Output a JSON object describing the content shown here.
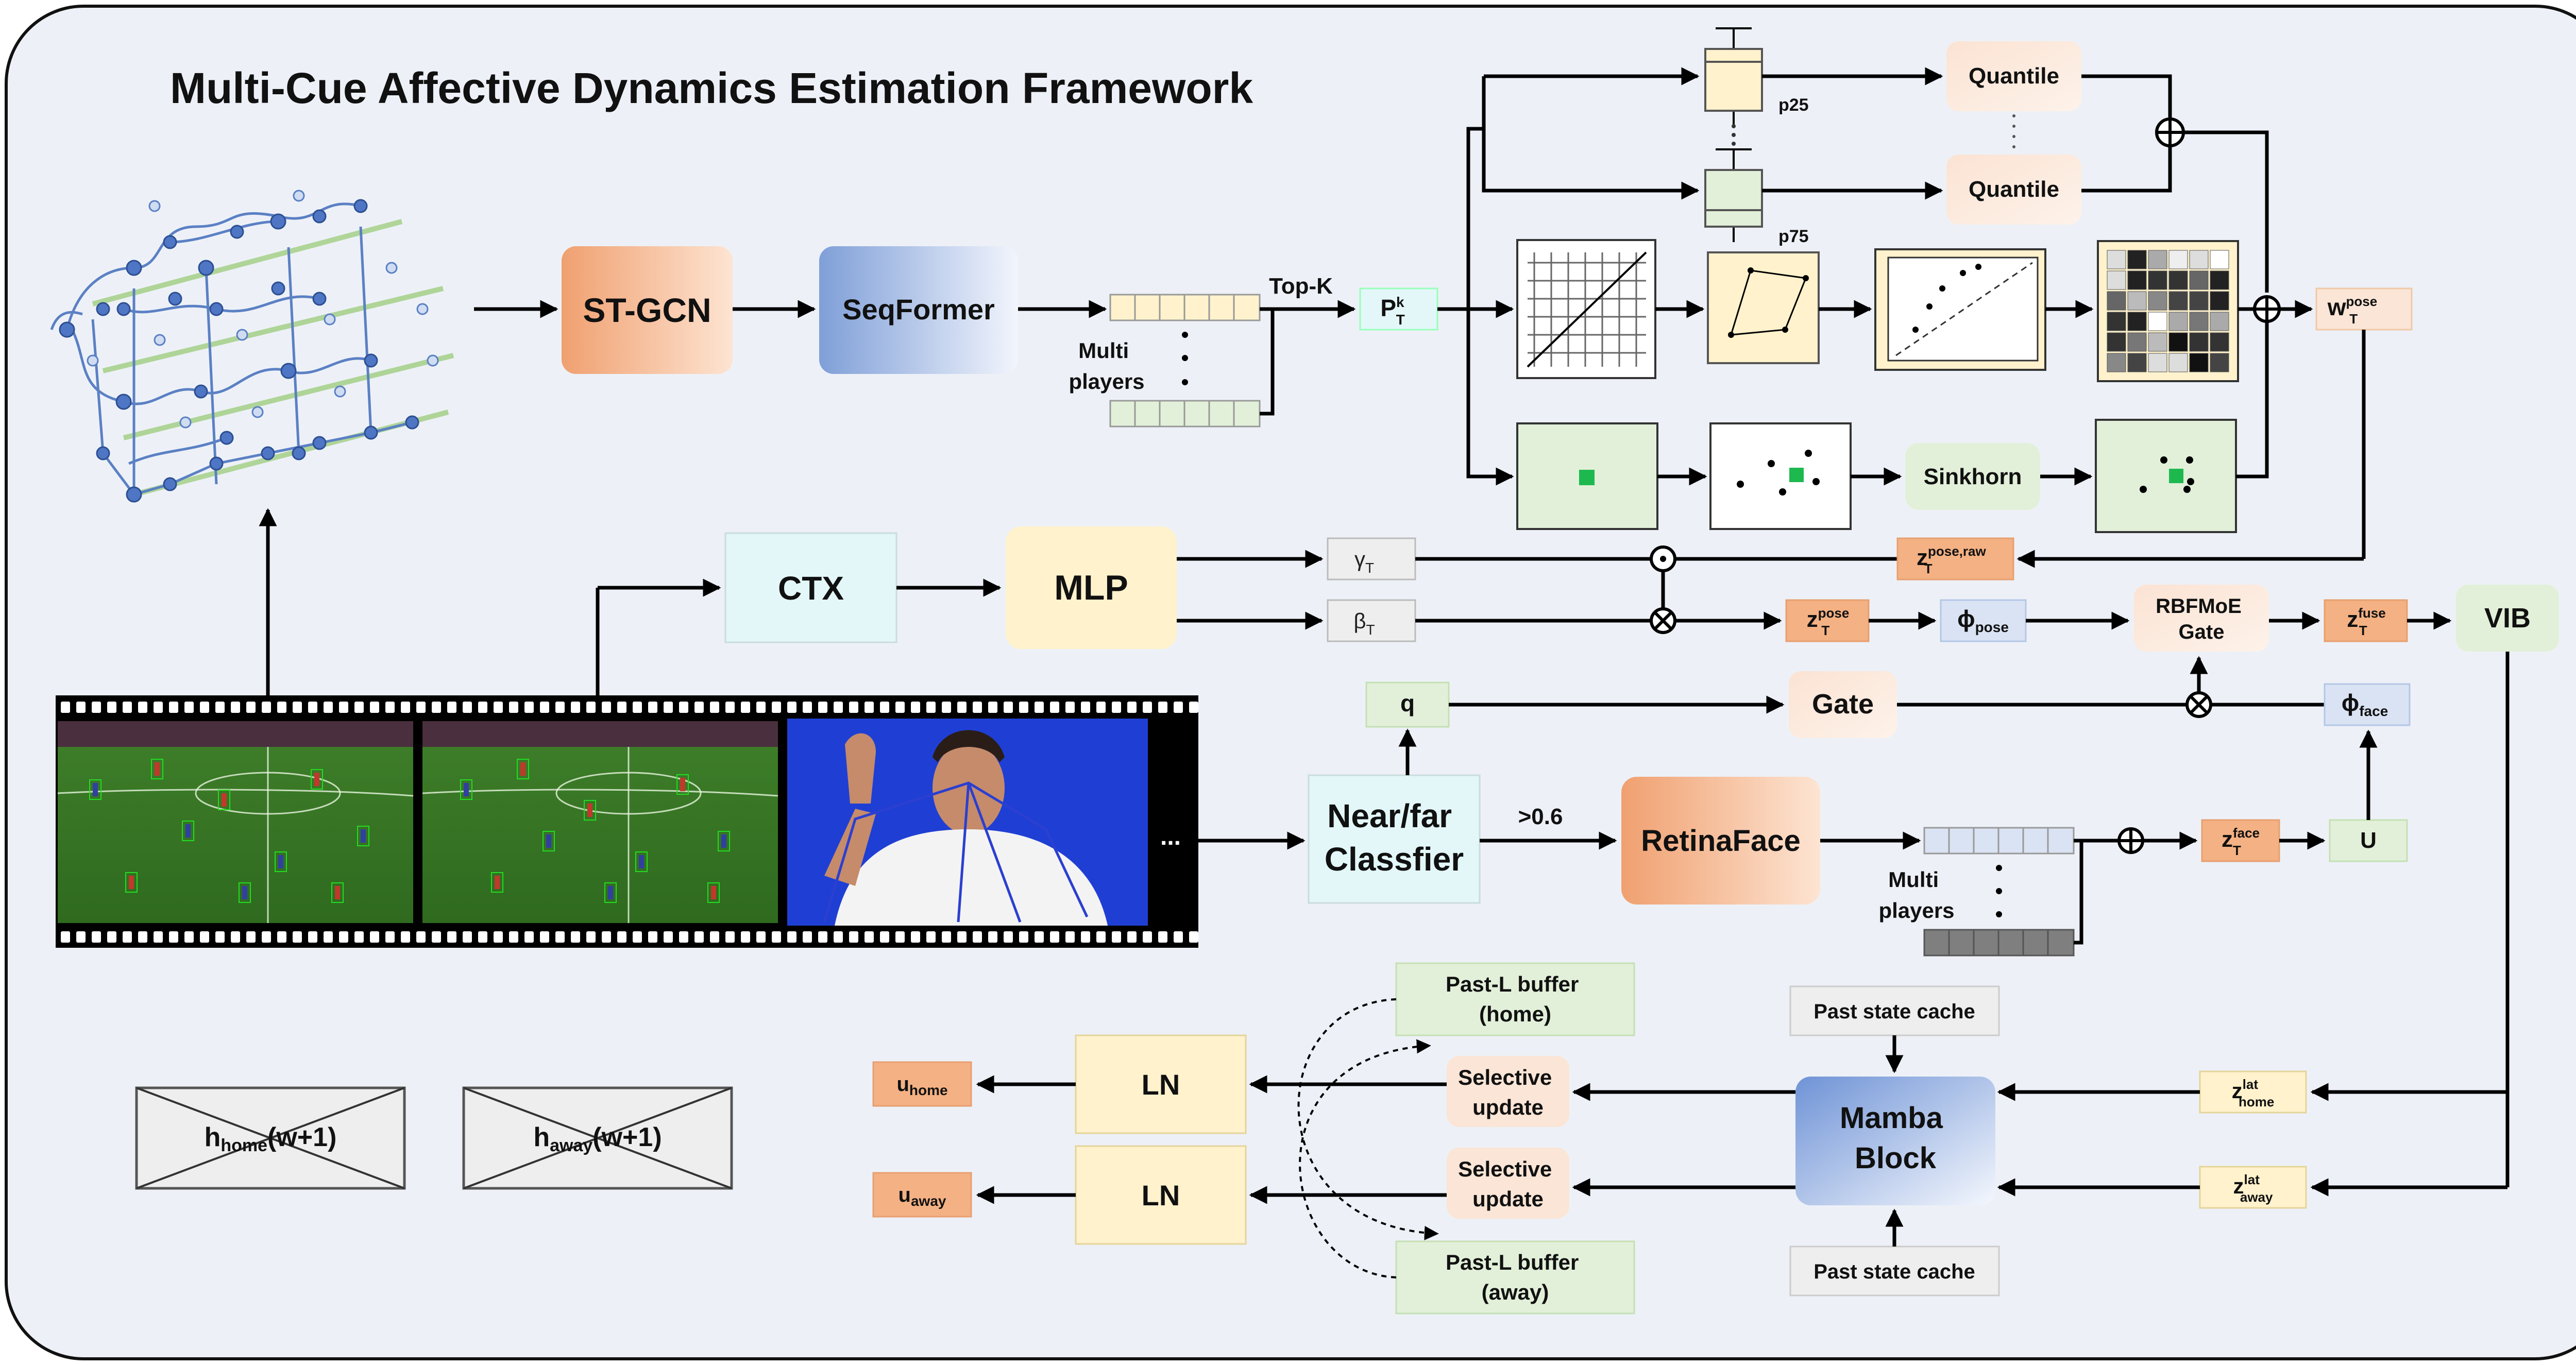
{
  "title": "Multi-Cue Affective Dynamics Estimation Framework",
  "colors": {
    "background": "#edf1f7",
    "orange": "#f4b183",
    "blue": "#8faadc",
    "yellow": "#fff2cc",
    "green": "#e2f0d9",
    "cyan": "#e3f7f9",
    "grey": "#eeeeee"
  },
  "pose": {
    "stgcn": "ST-GCN",
    "seqformer": "SeqFormer",
    "multi_players": [
      "Multi",
      "players"
    ],
    "topk": "Top-K",
    "pk": {
      "main": "P",
      "sup": "k",
      "sub": "T"
    },
    "p25": "p25",
    "p75": "p75",
    "quantile1": "Quantile",
    "quantile2": "Quantile",
    "sinkhorn": "Sinkhorn",
    "wpose": {
      "main": "w",
      "sup": "pose",
      "sub": "T"
    },
    "zraw": {
      "main": "z",
      "sup": "pose,raw",
      "sub": "T"
    }
  },
  "context": {
    "ctx": "CTX",
    "mlp": "MLP",
    "gamma": {
      "main": "γ",
      "sub": "T"
    },
    "beta": {
      "main": "β",
      "sub": "T"
    },
    "zpose": {
      "main": "z",
      "sup": "pose",
      "sub": "T"
    },
    "phipose": {
      "main": "ϕ",
      "sub": "pose"
    },
    "rbf": [
      "RBFMoE",
      "Gate"
    ],
    "zfuse": {
      "main": "z",
      "sup": "fuse",
      "sub": "T"
    },
    "vib": "VIB"
  },
  "face": {
    "q": "q",
    "gate": "Gate",
    "phiface": {
      "main": "ϕ",
      "sub": "face"
    },
    "nearfar": [
      "Near/far",
      "Classfier"
    ],
    "threshold": ">0.6",
    "retinaface": "RetinaFace",
    "multi_players": [
      "Multi",
      "players"
    ],
    "zface": {
      "main": "z",
      "sup": "face",
      "sub": "T"
    },
    "u": "U",
    "ellipsis": "..."
  },
  "temporal": {
    "past_home": [
      "Past-L buffer",
      "(home)"
    ],
    "past_away": [
      "Past-L buffer",
      "(away)"
    ],
    "sel1": [
      "Selective",
      "update"
    ],
    "sel2": [
      "Selective",
      "update"
    ],
    "ln1": "LN",
    "ln2": "LN",
    "uhome": {
      "main": "u",
      "sub": "home"
    },
    "uaway": {
      "main": "u",
      "sub": "away"
    },
    "hhome": {
      "main": "h",
      "sub": "home",
      "tail": "(w+1)"
    },
    "haway": {
      "main": "h",
      "sub": "away",
      "tail": "(w+1)"
    },
    "mamba": [
      "Mamba",
      "Block"
    ],
    "cache_top": "Past state cache",
    "cache_bottom": "Past state cache",
    "zlat_home": {
      "main": "z",
      "sup": "lat",
      "sub": "home"
    },
    "zlat_away": {
      "main": "z",
      "sup": "lat",
      "sub": "away"
    }
  }
}
